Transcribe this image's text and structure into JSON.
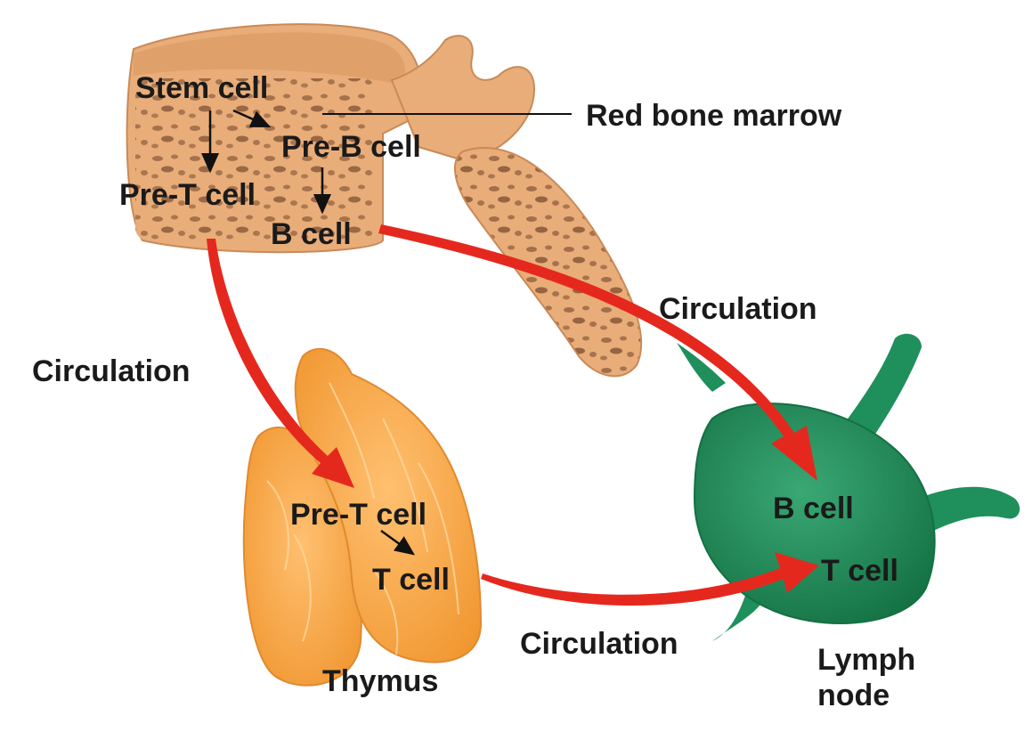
{
  "labels": {
    "stem_cell": "Stem cell",
    "red_bone_marrow": "Red bone marrow",
    "pre_b_cell": "Pre-B cell",
    "pre_t_cell_marrow": "Pre-T cell",
    "b_cell_marrow": "B cell",
    "circulation_right": "Circulation",
    "circulation_left": "Circulation",
    "pre_t_cell_thymus": "Pre-T cell",
    "t_cell_thymus": "T cell",
    "thymus": "Thymus",
    "circulation_bottom": "Circulation",
    "b_cell_node": "B cell",
    "t_cell_node": "T cell",
    "lymph_line1": "Lymph",
    "lymph_line2": "node"
  },
  "colors": {
    "bone": "#e9ad79",
    "bone_dark": "#c98a58",
    "thymus": "#f7aa50",
    "thymus_dark": "#e08a30",
    "lymph_node": "#1f8f5c",
    "lymph_dark": "#137043",
    "arrow": "#e5281e"
  }
}
